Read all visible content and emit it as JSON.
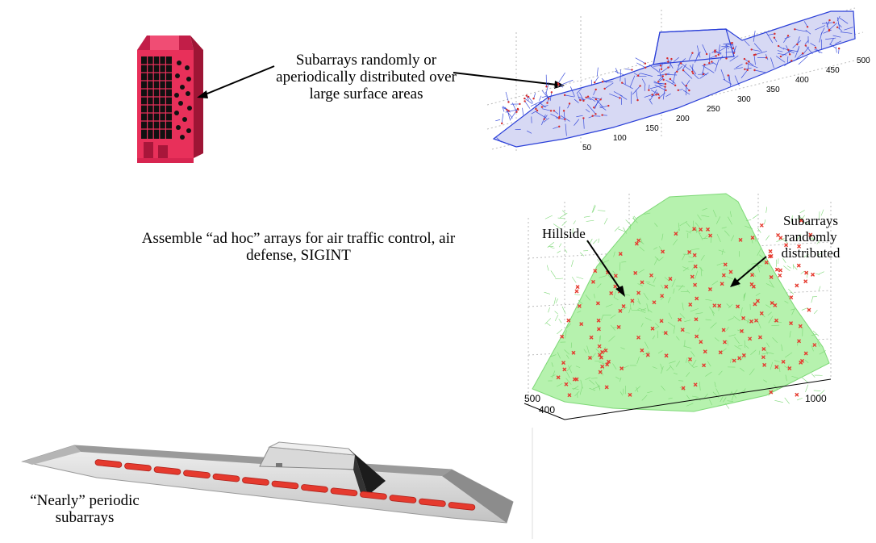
{
  "captions": {
    "subarrays_distributed": "Subarrays randomly or aperiodically distributed over large surface areas",
    "ad_hoc": "Assemble “ad hoc” arrays  for air traffic control, air defense, SIGINT",
    "nearly_periodic": "“Nearly”  periodic subarrays"
  },
  "hillside_plot": {
    "label_hillside": "Hillside",
    "label_random": "Subarrays randomly distributed",
    "ticks_left": [
      "500",
      "400"
    ],
    "ticks_right": [
      "1000"
    ]
  },
  "ship_mesh_plot": {
    "ticks": [
      "50",
      "100",
      "150",
      "200",
      "250",
      "300",
      "350",
      "400",
      "450",
      "500"
    ]
  },
  "colors": {
    "building": "#e8305a",
    "mesh_blue": "#2a3fd8",
    "mesh_red": "#d82a2a",
    "hill_green": "#a6ef9e",
    "subarray_red": "#e53a2e",
    "hull_gray": "#c9c9c9"
  }
}
